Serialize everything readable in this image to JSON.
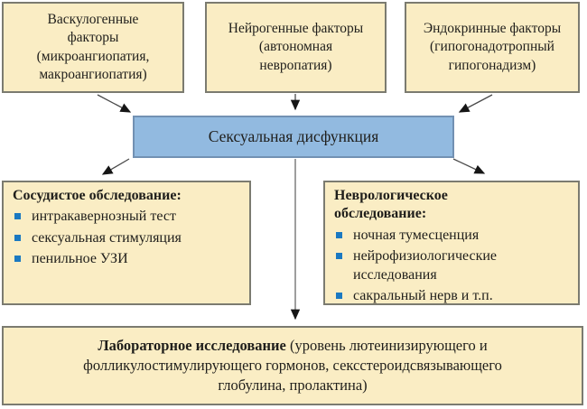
{
  "diagram": {
    "hub": {
      "label": "Сексуальная дисфункция"
    },
    "factors": [
      {
        "text": "Васкулогенные\nфакторы\n(микроангиопатия,\nмакроангиопатия)"
      },
      {
        "text": "Нейрогенные факторы\n(автономная\nневропатия)"
      },
      {
        "text": "Эндокринные факторы\n(гипогонадотропный\nгипогонадизм)"
      }
    ],
    "vascular_exam": {
      "title": "Сосудистое обследование:",
      "items": [
        "интракавернозный тест",
        "сексуальная стимуляция",
        "пенильное УЗИ"
      ]
    },
    "neuro_exam": {
      "title": "Неврологическое\nобследование:",
      "items": [
        "ночная тумесценция",
        "нейрофизиологические исследования",
        "сакральный нерв и т.п."
      ]
    },
    "lab": {
      "title_bold": "Лабораторное исследование",
      "title_rest": " (уровень лютеинизирующего и фолликулостимулирующего гормонов, сексстероидсвязывающего глобулина, пролактина)"
    }
  },
  "colors": {
    "box_fill": "#faedc4",
    "box_border": "#7b7b70",
    "hub_fill": "#92bae0",
    "hub_border": "#7291b3",
    "bullet": "#1b79c1",
    "text": "#1f1e1b",
    "arrow_line": "#4a4a4a",
    "arrow_head": "#161616"
  }
}
